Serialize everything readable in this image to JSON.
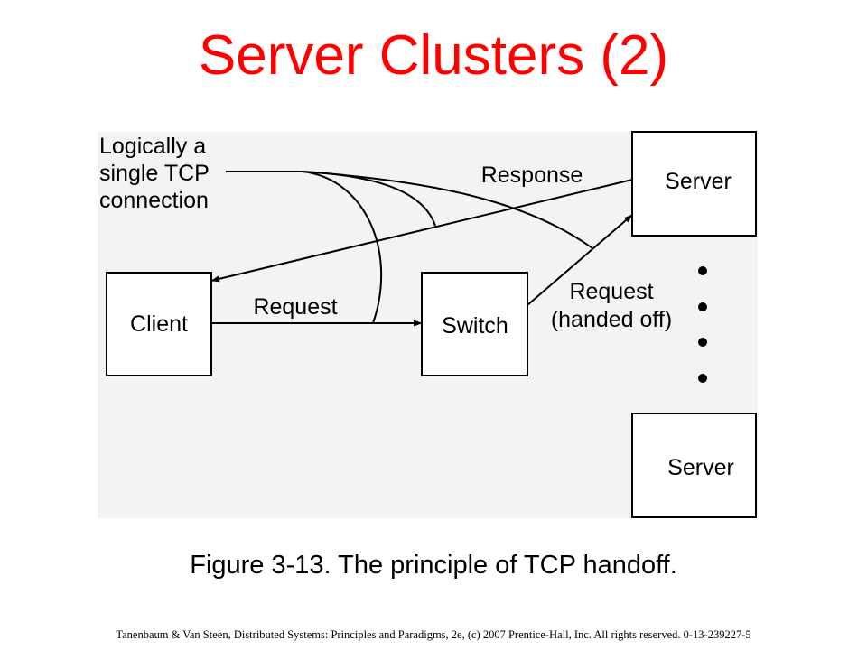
{
  "slide": {
    "title": "Server Clusters (2)",
    "caption": "Figure 3-13. The principle of TCP handoff.",
    "footer": "Tanenbaum & Van Steen, Distributed Systems: Principles and Paradigms, 2e, (c) 2007 Prentice-Hall, Inc. All rights reserved. 0-13-239227-5"
  },
  "diagram": {
    "nodes": {
      "client": "Client",
      "switch": "Switch",
      "server_top": "Server",
      "server_bottom": "Server"
    },
    "annotation": [
      "Logically a",
      "single TCP",
      "connection"
    ],
    "edges": {
      "request": "Request",
      "response": "Response",
      "handoff": [
        "Request",
        "(handed off)"
      ]
    }
  },
  "colors": {
    "title": "#ff0000",
    "figure_background": "#f3f3f3",
    "lines": "#000000"
  }
}
